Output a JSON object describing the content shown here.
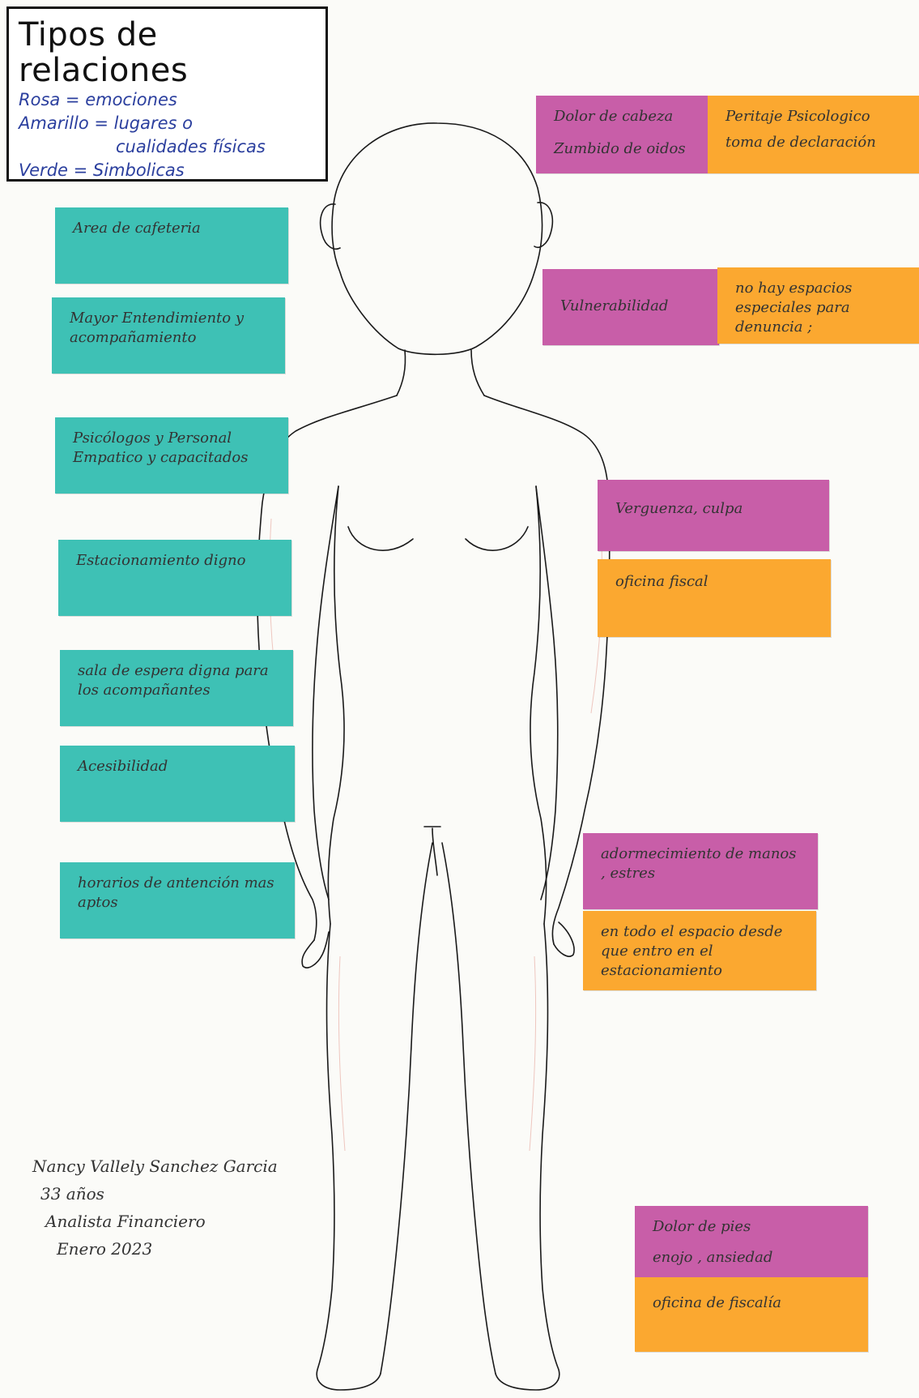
{
  "legend": {
    "title": "Tipos de relaciones",
    "pink": "Rosa = emociones",
    "yellow_1": "Amarillo = lugares o",
    "yellow_2": "cualidades físicas",
    "green": "Verde = Simbolicas"
  },
  "colors": {
    "green": "#3ec1b5",
    "pink": "#c85ea8",
    "orange": "#fba830",
    "outline": "#1a1a1a"
  },
  "left_notes": [
    "Area de cafeteria",
    "Mayor Entendimiento y acompañamiento",
    "Psicólogos y Personal Empatico y capacitados",
    "Estacionamiento digno",
    "sala de espera digna para los acompañantes",
    "Acesibilidad",
    "horarios de antención mas aptos"
  ],
  "right_notes": {
    "head_pink_1": "Dolor de cabeza",
    "head_pink_2": "Zumbido de oidos",
    "head_orange_1": "Peritaje Psicologico",
    "head_orange_2": "toma de declaración",
    "vuln_pink": "Vulnerabilidad",
    "vuln_orange": "no hay espacios especiales para denuncia ;",
    "arm_pink": "Verguenza, culpa",
    "arm_orange": "oficina fiscal",
    "hand_pink": "adormecimiento de manos , estres",
    "hand_orange": "en todo el espacio desde que entro en el estacionamiento",
    "foot_pink_1": "Dolor de pies",
    "foot_pink_2": "enojo , ansiedad",
    "foot_orange": "oficina de fiscalía"
  },
  "author": {
    "name": "Nancy Vallely Sanchez Garcia",
    "age": "33 años",
    "job": "Analista Financiero",
    "date": "Enero 2023"
  }
}
